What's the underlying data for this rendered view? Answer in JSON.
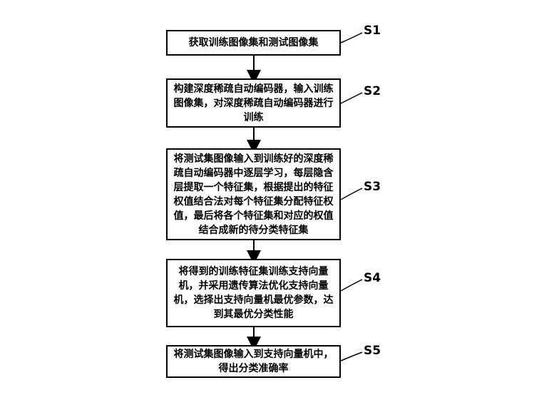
{
  "steps": [
    {
      "id": "S1",
      "text": "获取训练图像集和测试图像集"
    },
    {
      "id": "S2",
      "text": "构建深度稀疏自动编码器，输入训练图像集，对深度稀疏自动编码器进行训练"
    },
    {
      "id": "S3",
      "text": "将测试集图像输入到训练好的深度稀疏自动编码器中逐层学习，每层隐含层提取一个特征集，根据提出的特征权值结合法对每个特征集分配特征权值，最后将各个特征集和对应的权值结合成新的待分类特征集"
    },
    {
      "id": "S4",
      "text": "将得到的训练特征集训练支持向量机，并采用遗传算法优化支持向量机，选择出支持向量机最优参数，达到其最优分类性能"
    },
    {
      "id": "S5",
      "text": "将测试集图像输入到支持向量机中，得出分类准确率"
    }
  ]
}
